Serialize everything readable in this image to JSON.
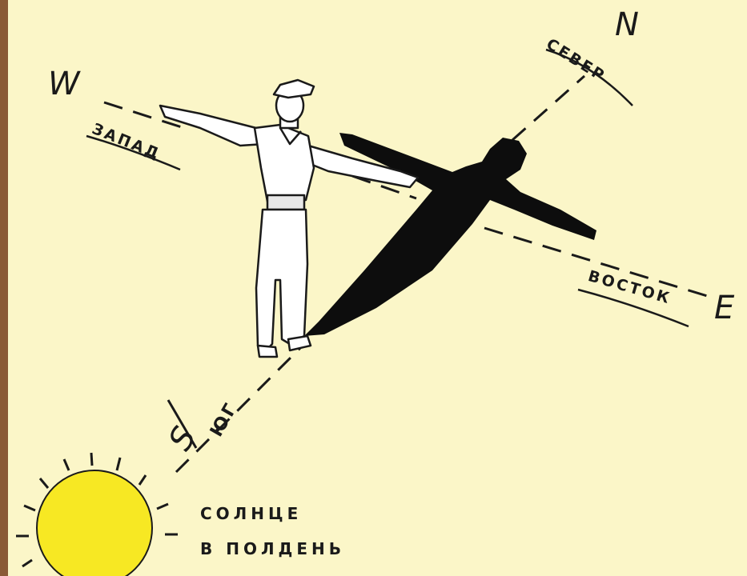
{
  "compass": {
    "north": {
      "letter": "N",
      "word": "СЕВЕР"
    },
    "west": {
      "letter": "W",
      "word": "ЗАПАД"
    },
    "east": {
      "letter": "E",
      "word": "ВОСТОК"
    },
    "south": {
      "letter": "S",
      "word": "ЮГ"
    }
  },
  "sun": {
    "caption_line1": "СОЛНЦЕ",
    "caption_line2": "В ПОЛДЕНЬ",
    "color": "#f7e823"
  },
  "colors": {
    "background": "#fbf6c8",
    "frame": "#8a5a36",
    "shadow": "#0d0d0d",
    "ink": "#1a1a1a"
  }
}
